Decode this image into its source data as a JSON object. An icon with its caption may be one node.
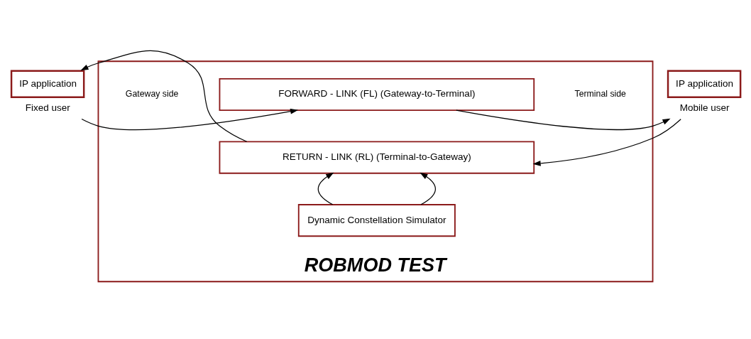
{
  "diagram": {
    "nodes": [
      {
        "text": [
          "ROBMOD TEST"
        ]
      },
      {
        "text": [
          "IP application"
        ],
        "beside": [
          "Fixed user"
        ]
      },
      {
        "text": [
          "FORWARD - LINK (FL) (Gateway-to-Terminal)"
        ],
        "in": 0
      },
      {
        "text": [
          "RETURN - LINK (RL) (Terminal-to-Gateway)"
        ],
        "in": 0
      },
      {
        "text": [
          "Dynamic Constellation Simulator"
        ],
        "in": 0
      },
      {
        "text": [
          "IP application"
        ],
        "beside": [
          "Mobile user"
        ]
      }
    ],
    "edges": [
      {
        "from": 1,
        "to": 2,
        "arrow": "to"
      },
      {
        "from": 2,
        "to": 5,
        "arrow": "to"
      },
      {
        "from": 5,
        "to": 3,
        "arrow": "to"
      },
      {
        "from": 3,
        "to": 1,
        "arrow": "to"
      },
      {
        "from": 4,
        "to": 3,
        "arrow": "to"
      },
      {
        "from": 4,
        "to": 3,
        "arrow": "to"
      }
    ],
    "labels": [
      "Gateway side",
      "Terminal side"
    ]
  }
}
